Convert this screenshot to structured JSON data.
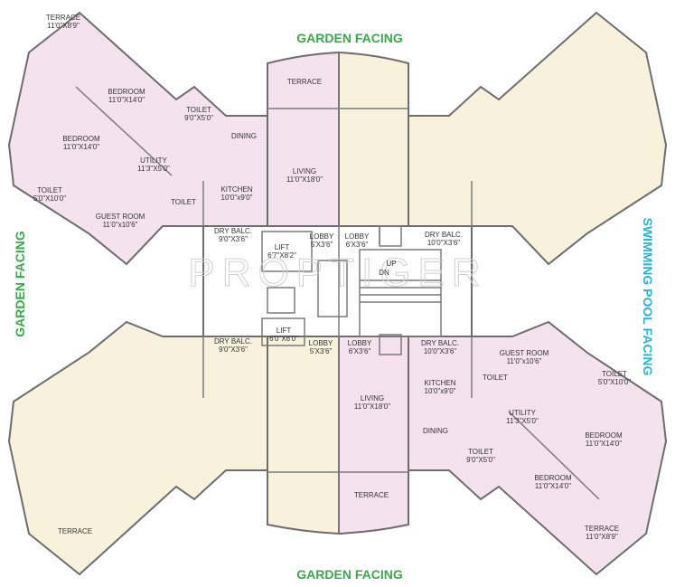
{
  "facing": {
    "top": "GARDEN FACING",
    "bottom": "GARDEN FACING",
    "left": "GARDEN FACING",
    "right": "SWIMMING POOL FACING"
  },
  "colors": {
    "garden": "#3aa84a",
    "pool": "#27b4d6",
    "unit_pink": "#f4e3ef",
    "unit_beige": "#f8f1dc"
  },
  "watermark": "PROPTIGER",
  "rooms": [
    {
      "name": "TERRACE",
      "size": "11'0\"X8'9\""
    },
    {
      "name": "BEDROOM",
      "size": "11'0\"X14'0\""
    },
    {
      "name": "BEDROOM",
      "size": "11'0\"X14'0\""
    },
    {
      "name": "TOILET",
      "size": "9'0\"X5'0\""
    },
    {
      "name": "UTILITY",
      "size": "11'3\"X5'0\""
    },
    {
      "name": "DINING",
      "size": ""
    },
    {
      "name": "TOILET",
      "size": "5'0\"X10'0\""
    },
    {
      "name": "KITCHEN",
      "size": "10'0\"x9'0\""
    },
    {
      "name": "TOILET",
      "size": ""
    },
    {
      "name": "GUEST ROOM",
      "size": "11'0\"x10'6\""
    },
    {
      "name": "DRY BALC.",
      "size": "9'0\"X3'6\""
    },
    {
      "name": "LIVING",
      "size": "11'0\"X18'0\""
    },
    {
      "name": "TERRACE",
      "size": ""
    },
    {
      "name": "LOBBY",
      "size": "5'X3'6\""
    },
    {
      "name": "LIFT",
      "size": "6'7\"X8'2\""
    },
    {
      "name": "LOBBY",
      "size": "6'X3'6\""
    },
    {
      "name": "DRY BALC.",
      "size": "10'0\"X3'6\""
    },
    {
      "name": "UP",
      "size": ""
    },
    {
      "name": "DN",
      "size": ""
    },
    {
      "name": "LIFT",
      "size": "6'0\"X6'0\""
    },
    {
      "name": "DRY BALC.",
      "size": "9'0\"X3'6\""
    },
    {
      "name": "LOBBY",
      "size": "5'X3'6\""
    },
    {
      "name": "LOBBY",
      "size": "6'X3'6\""
    },
    {
      "name": "DRY BALC.",
      "size": "10'0\"X3'6\""
    },
    {
      "name": "GUEST ROOM",
      "size": "11'0\"x10'6\""
    },
    {
      "name": "TOILET",
      "size": "5'0\"X10'0\""
    },
    {
      "name": "KITCHEN",
      "size": "10'0\"x9'0\""
    },
    {
      "name": "TOILET",
      "size": ""
    },
    {
      "name": "LIVING",
      "size": "11'0\"X18'0\""
    },
    {
      "name": "UTILITY",
      "size": "11'3\"X5'0\""
    },
    {
      "name": "DINING",
      "size": ""
    },
    {
      "name": "BEDROOM",
      "size": "11'0\"X14'0\""
    },
    {
      "name": "TOILET",
      "size": "9'0\"X5'0\""
    },
    {
      "name": "BEDROOM",
      "size": "11'0\"X14'0\""
    },
    {
      "name": "TERRACE",
      "size": ""
    },
    {
      "name": "TERRACE",
      "size": "11'0\"X8'9\""
    },
    {
      "name": "TERRACE",
      "size": ""
    }
  ]
}
